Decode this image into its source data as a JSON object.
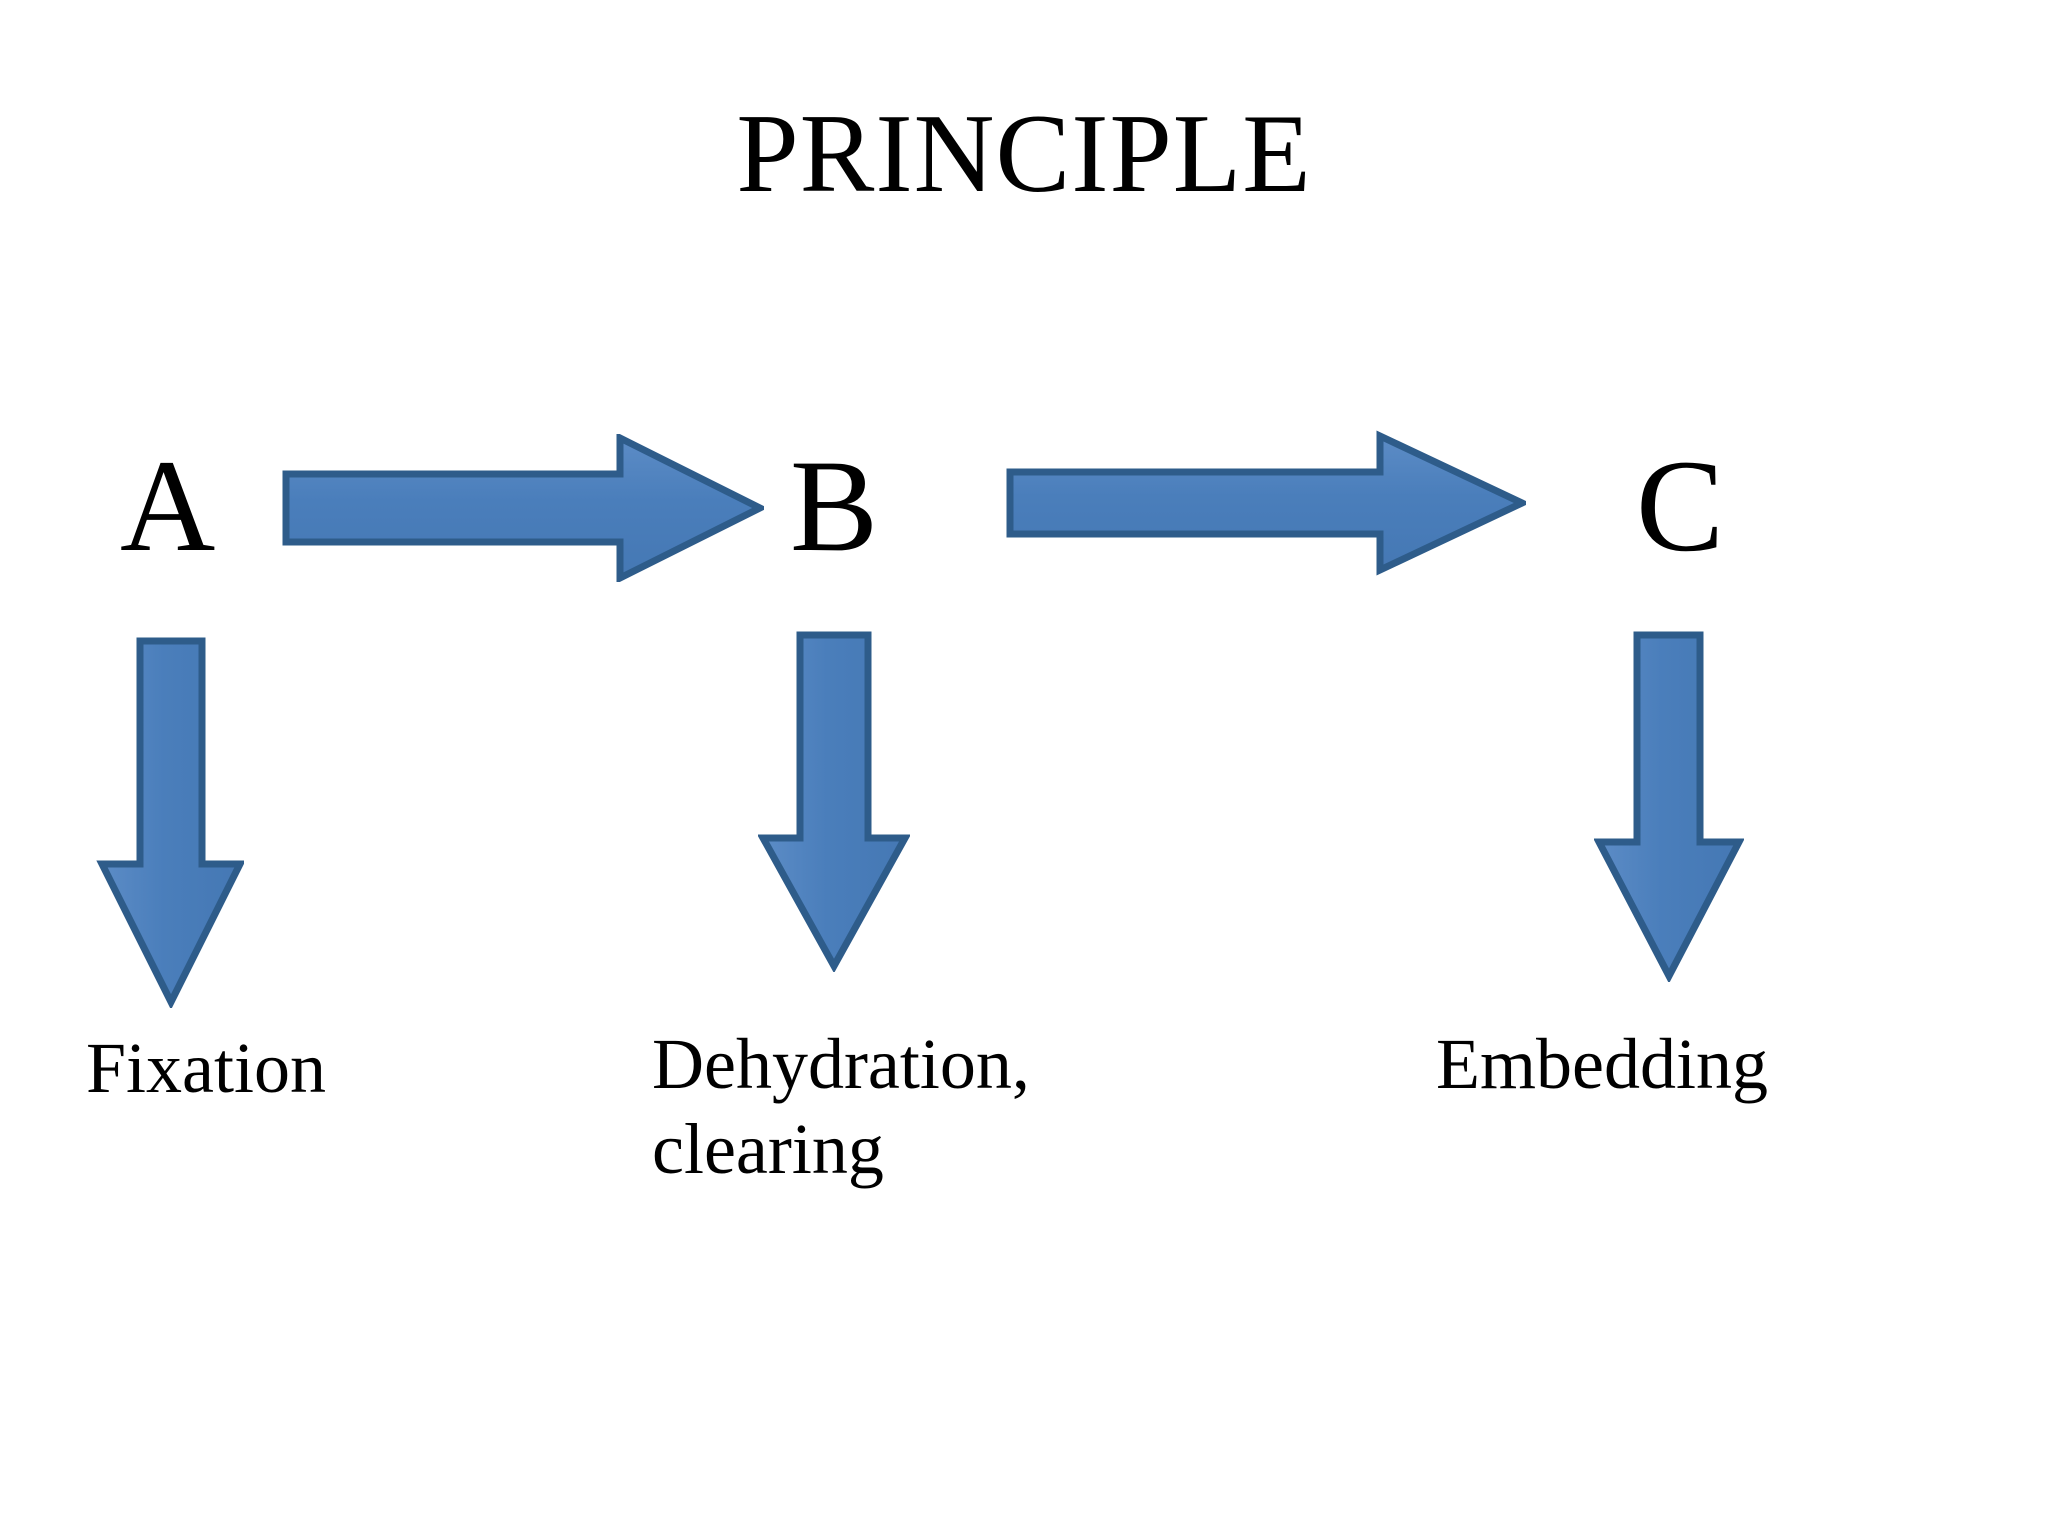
{
  "slide": {
    "title": "PRINCIPLE",
    "background_color": "#FFFFFF",
    "text_color": "#000000"
  },
  "theme": {
    "arrow_fill": "#4A7EBB",
    "arrow_stroke": "#2E5C8A",
    "arrow_highlight": "#6C99CF"
  },
  "stages": [
    {
      "id": "a",
      "letter": "A"
    },
    {
      "id": "b",
      "letter": "B"
    },
    {
      "id": "c",
      "letter": "C"
    }
  ],
  "connectors": [
    {
      "id": "a-to-b",
      "icon": "right-arrow-icon",
      "from": "A",
      "to": "B"
    },
    {
      "id": "b-to-c",
      "icon": "right-arrow-icon",
      "from": "B",
      "to": "C"
    },
    {
      "id": "a-down",
      "icon": "down-arrow-icon",
      "from": "A",
      "to": "Fixation"
    },
    {
      "id": "b-down",
      "icon": "down-arrow-icon",
      "from": "B",
      "to": "Dehydration, clearing"
    },
    {
      "id": "c-down",
      "icon": "down-arrow-icon",
      "from": "C",
      "to": "Embedding"
    }
  ],
  "steps": [
    {
      "id": "fixation",
      "label": "Fixation"
    },
    {
      "id": "dehydration",
      "label": "Dehydration,\nclearing"
    },
    {
      "id": "embedding",
      "label": "Embedding"
    }
  ],
  "chart_data": {
    "type": "diagram",
    "title": "PRINCIPLE",
    "nodes": [
      "A",
      "B",
      "C"
    ],
    "edges": [
      {
        "from": "A",
        "to": "B",
        "direction": "right"
      },
      {
        "from": "B",
        "to": "C",
        "direction": "right"
      },
      {
        "from": "A",
        "to": "Fixation",
        "direction": "down"
      },
      {
        "from": "B",
        "to": "Dehydration, clearing",
        "direction": "down"
      },
      {
        "from": "C",
        "to": "Embedding",
        "direction": "down"
      }
    ],
    "annotations": [
      "Fixation",
      "Dehydration, clearing",
      "Embedding"
    ]
  }
}
